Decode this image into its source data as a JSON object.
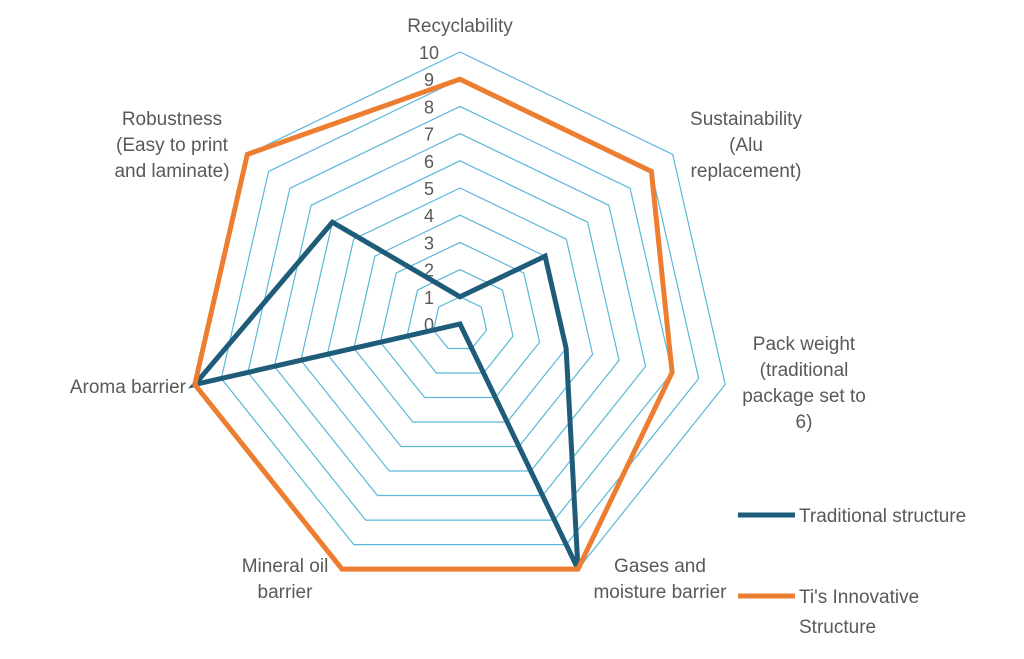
{
  "chart_data": {
    "type": "radar",
    "axes": [
      [
        "Recyclability"
      ],
      [
        "Sustainability",
        "(Alu",
        "replacement)"
      ],
      [
        "Pack weight",
        "(traditional",
        "package set to",
        "6)"
      ],
      [
        "Gases and",
        "moisture barrier"
      ],
      [
        "Mineral oil",
        "barrier"
      ],
      [
        "Aroma barrier"
      ],
      [
        "Robustness",
        "(Easy to print",
        "and laminate)"
      ]
    ],
    "ticks": [
      "0",
      "1",
      "2",
      "3",
      "4",
      "5",
      "6",
      "7",
      "8",
      "9",
      "10"
    ],
    "rlim": [
      0,
      10
    ],
    "grid": true,
    "legend_position": "bottom-right",
    "series": [
      {
        "name": "Traditional structure",
        "color": "#1f5c7a",
        "values": [
          1,
          4,
          4,
          10,
          0,
          10,
          6
        ]
      },
      {
        "name": "Ti's Innovative Structure",
        "color": "#ed7d31",
        "values": [
          9,
          9,
          8,
          10,
          10,
          10,
          10
        ]
      }
    ],
    "grid_color": "#5bb8d8"
  }
}
